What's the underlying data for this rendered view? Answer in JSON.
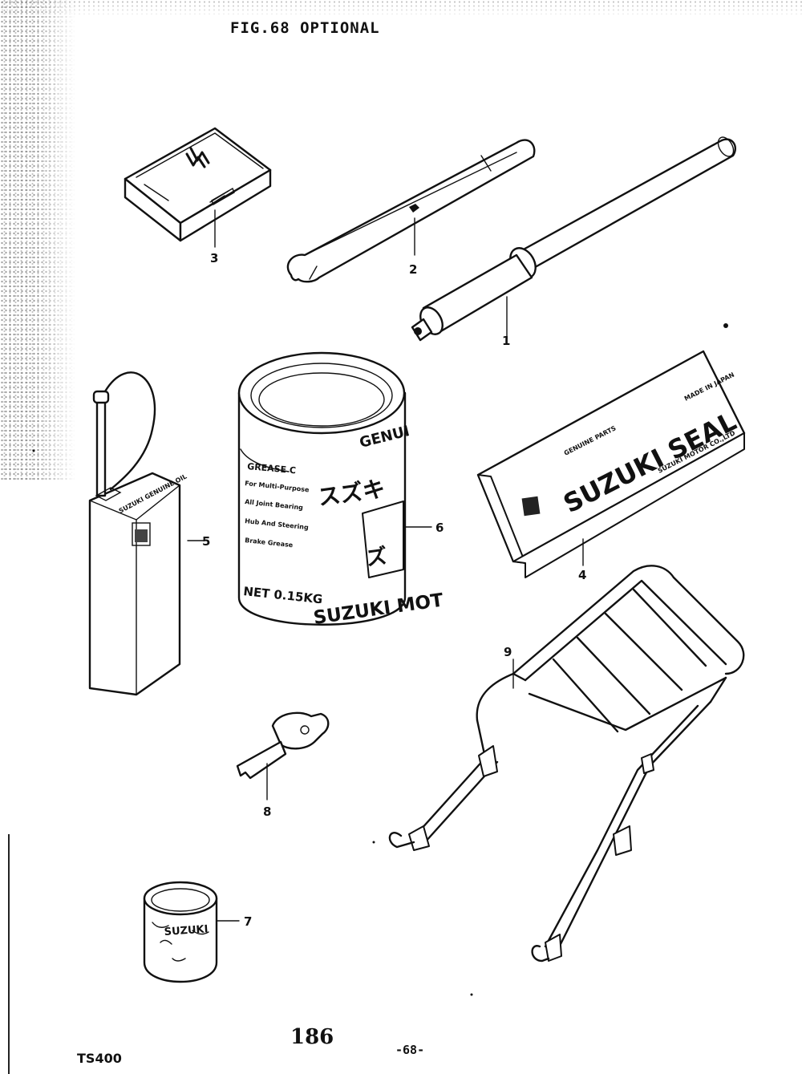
{
  "header": {
    "figure_title": "FIG.68 OPTIONAL"
  },
  "footer": {
    "model": "TS400",
    "page_number": "186",
    "page_code": "-68-"
  },
  "callouts": [
    {
      "number": "1",
      "part": "tire pump"
    },
    {
      "number": "2",
      "part": "tire lever"
    },
    {
      "number": "3",
      "part": "tool case"
    },
    {
      "number": "4",
      "part": "suzuki seal box"
    },
    {
      "number": "5",
      "part": "oiler can"
    },
    {
      "number": "6",
      "part": "grease can"
    },
    {
      "number": "7",
      "part": "touch-up paint can"
    },
    {
      "number": "8",
      "part": "key blank"
    },
    {
      "number": "9",
      "part": "carrier rack"
    }
  ],
  "labels": {
    "seal_box_brand": "SUZUKI SEAL",
    "seal_box_top": "GENUINE PARTS",
    "seal_box_made": "MADE IN JAPAN",
    "seal_box_maker": "SUZUKI MOTOR CO.,LTD",
    "grease_genuine": "GENUI",
    "grease_grade": "GREASE C",
    "grease_weight": "NET 0.15KG",
    "grease_brand": "SUZUKI MOT",
    "grease_jp_1": "スズキ",
    "grease_jp_2": "ズ",
    "grease_side_lines": [
      "For Multi-Purpose",
      "All Joint Bearing",
      "Hub And Steering",
      "Brake Grease"
    ],
    "oiler_label": "SUZUKI GENUINE OIL",
    "paint_label": "SUZUKI"
  }
}
